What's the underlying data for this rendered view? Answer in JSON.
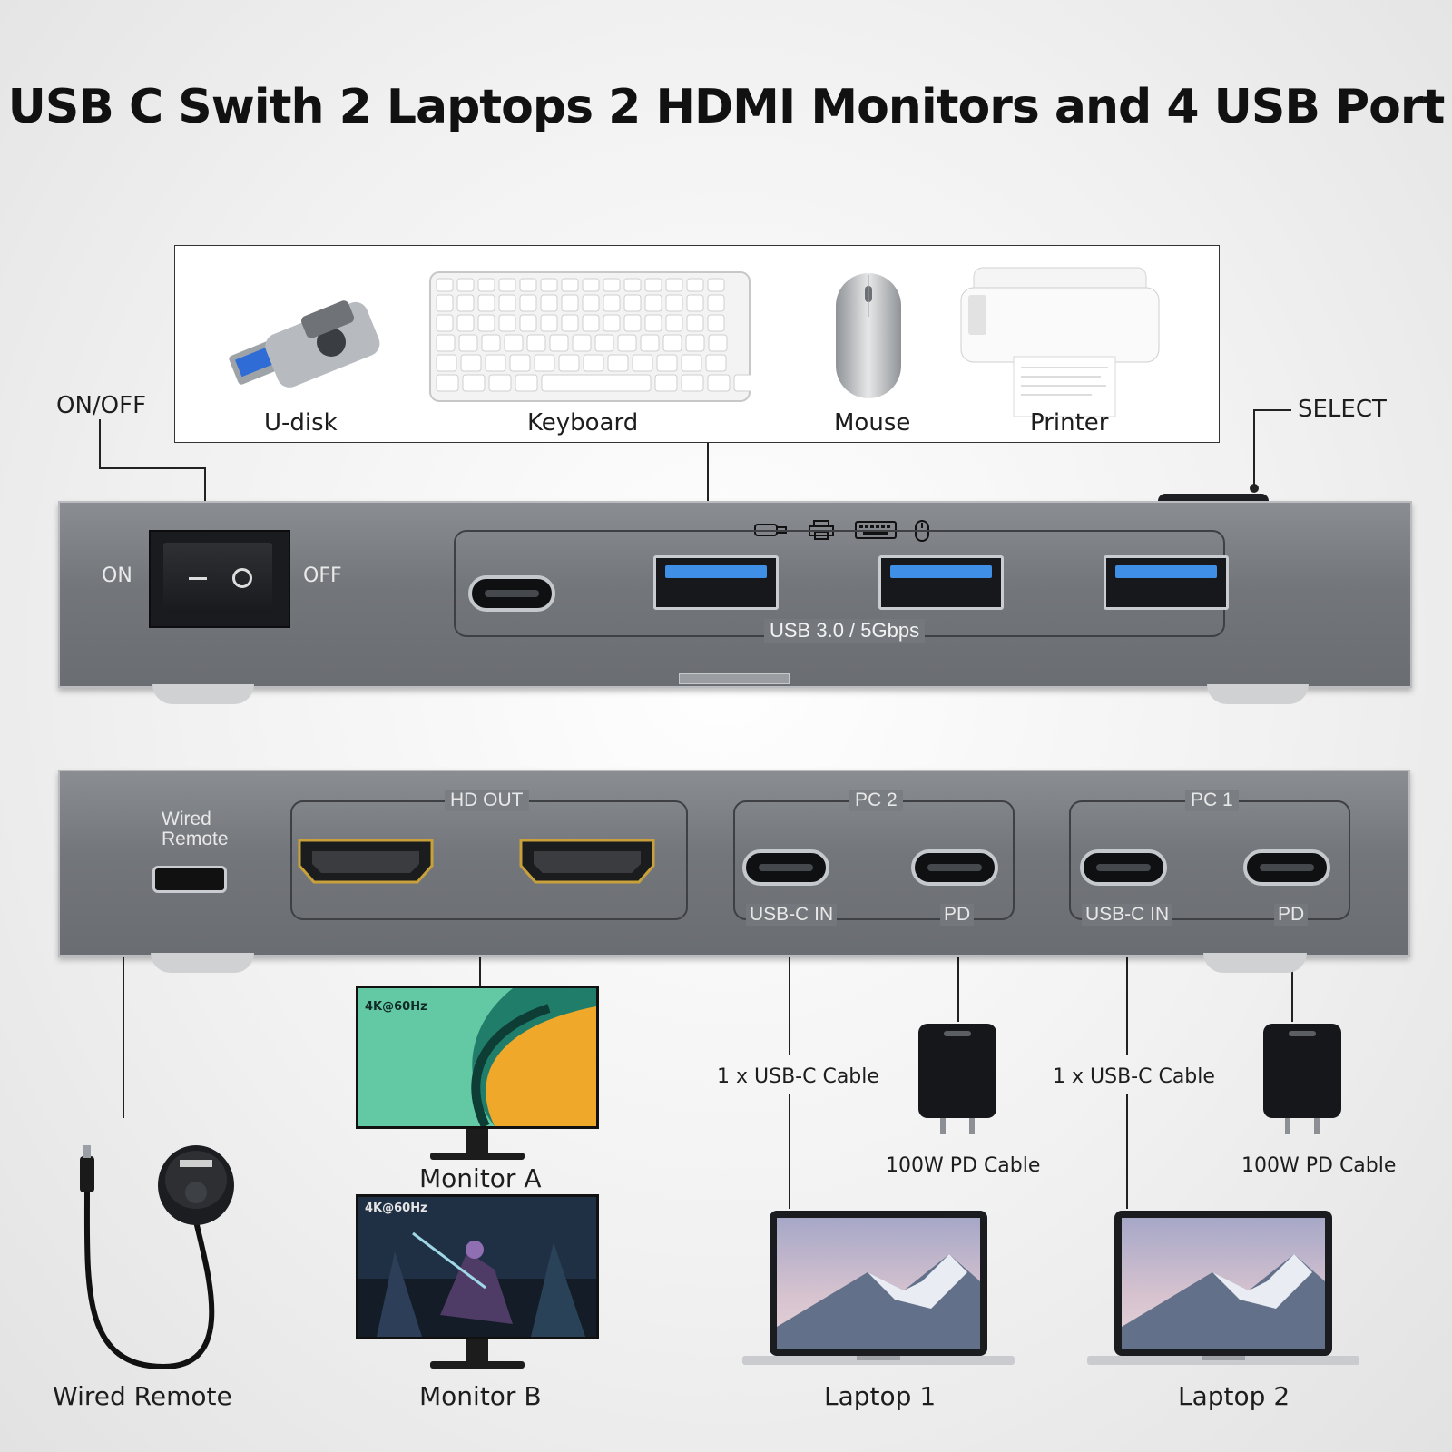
{
  "title": "USB C Swith 2 Laptops 2 HDMI Monitors and 4 USB Port",
  "top_callouts": {
    "on_off": "ON/OFF",
    "select": "SELECT"
  },
  "peripherals": [
    {
      "label": "U-disk",
      "icon": "usb-drive-icon"
    },
    {
      "label": "Keyboard",
      "icon": "keyboard-icon"
    },
    {
      "label": "Mouse",
      "icon": "mouse-icon"
    },
    {
      "label": "Printer",
      "icon": "printer-icon"
    }
  ],
  "front_panel": {
    "on_label": "ON",
    "off_label": "OFF",
    "usb_label": "USB 3.0 / 5Gbps",
    "port_icons": [
      "usb-drive-icon",
      "printer-icon",
      "keyboard-icon",
      "mouse-icon"
    ]
  },
  "rear_panel": {
    "wired_remote_line1": "Wired",
    "wired_remote_line2": "Remote",
    "hd_out": "HD OUT",
    "pc2": "PC 2",
    "pc1": "PC 1",
    "usbc_in": "USB-C IN",
    "pd": "PD"
  },
  "connections": {
    "usbc_cable": "1 x USB-C Cable",
    "pd_cable": "100W PD Cable"
  },
  "devices": {
    "monitor_a": "Monitor A",
    "monitor_b": "Monitor B",
    "monitor_res": "4K@60Hz",
    "wired_remote": "Wired Remote",
    "laptop1": "Laptop 1",
    "laptop2": "Laptop 2"
  },
  "colors": {
    "usb_blue": "#3f8fe6",
    "panel_gray": "#75787d",
    "hdmi_gold": "#c9a13a"
  }
}
